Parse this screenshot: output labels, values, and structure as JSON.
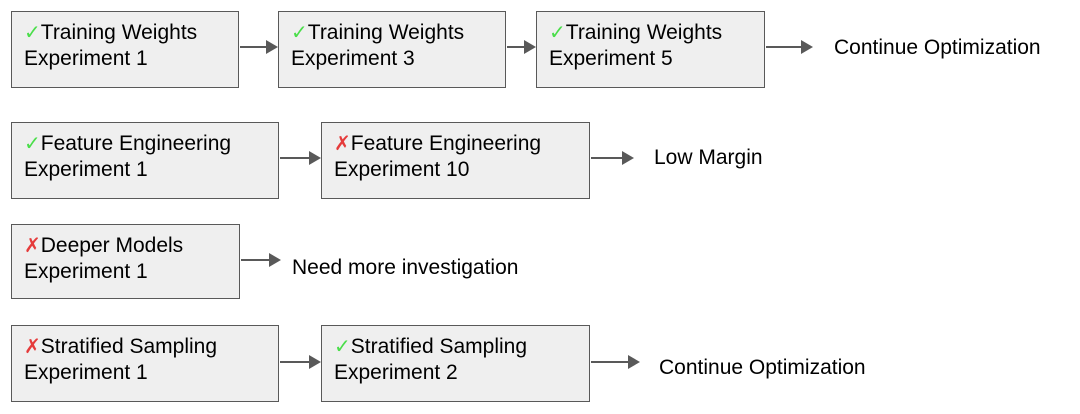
{
  "rows": [
    {
      "boxes": [
        {
          "status": "pass",
          "mark": "✓",
          "title": "Training Weights",
          "sub": "Experiment 1"
        },
        {
          "status": "pass",
          "mark": "✓",
          "title": "Training Weights",
          "sub": "Experiment 3"
        },
        {
          "status": "pass",
          "mark": "✓",
          "title": "Training Weights",
          "sub": "Experiment 5"
        }
      ],
      "outcome": "Continue Optimization"
    },
    {
      "boxes": [
        {
          "status": "pass",
          "mark": "✓",
          "title": "Feature Engineering",
          "sub": "Experiment 1"
        },
        {
          "status": "fail",
          "mark": "✗",
          "title": "Feature Engineering",
          "sub": "Experiment 10"
        }
      ],
      "outcome": "Low Margin"
    },
    {
      "boxes": [
        {
          "status": "fail",
          "mark": "✗",
          "title": "Deeper Models",
          "sub": "Experiment 1"
        }
      ],
      "outcome": "Need more investigation"
    },
    {
      "boxes": [
        {
          "status": "fail",
          "mark": "✗",
          "title": "Stratified Sampling",
          "sub": "Experiment 1"
        },
        {
          "status": "pass",
          "mark": "✓",
          "title": "Stratified Sampling",
          "sub": "Experiment 2"
        }
      ],
      "outcome": "Continue Optimization"
    }
  ],
  "colors": {
    "box_fill": "#efefef",
    "box_border": "#595959",
    "arrow": "#595959",
    "pass_mark": "#4ade4a",
    "fail_mark": "#e53b3b"
  }
}
